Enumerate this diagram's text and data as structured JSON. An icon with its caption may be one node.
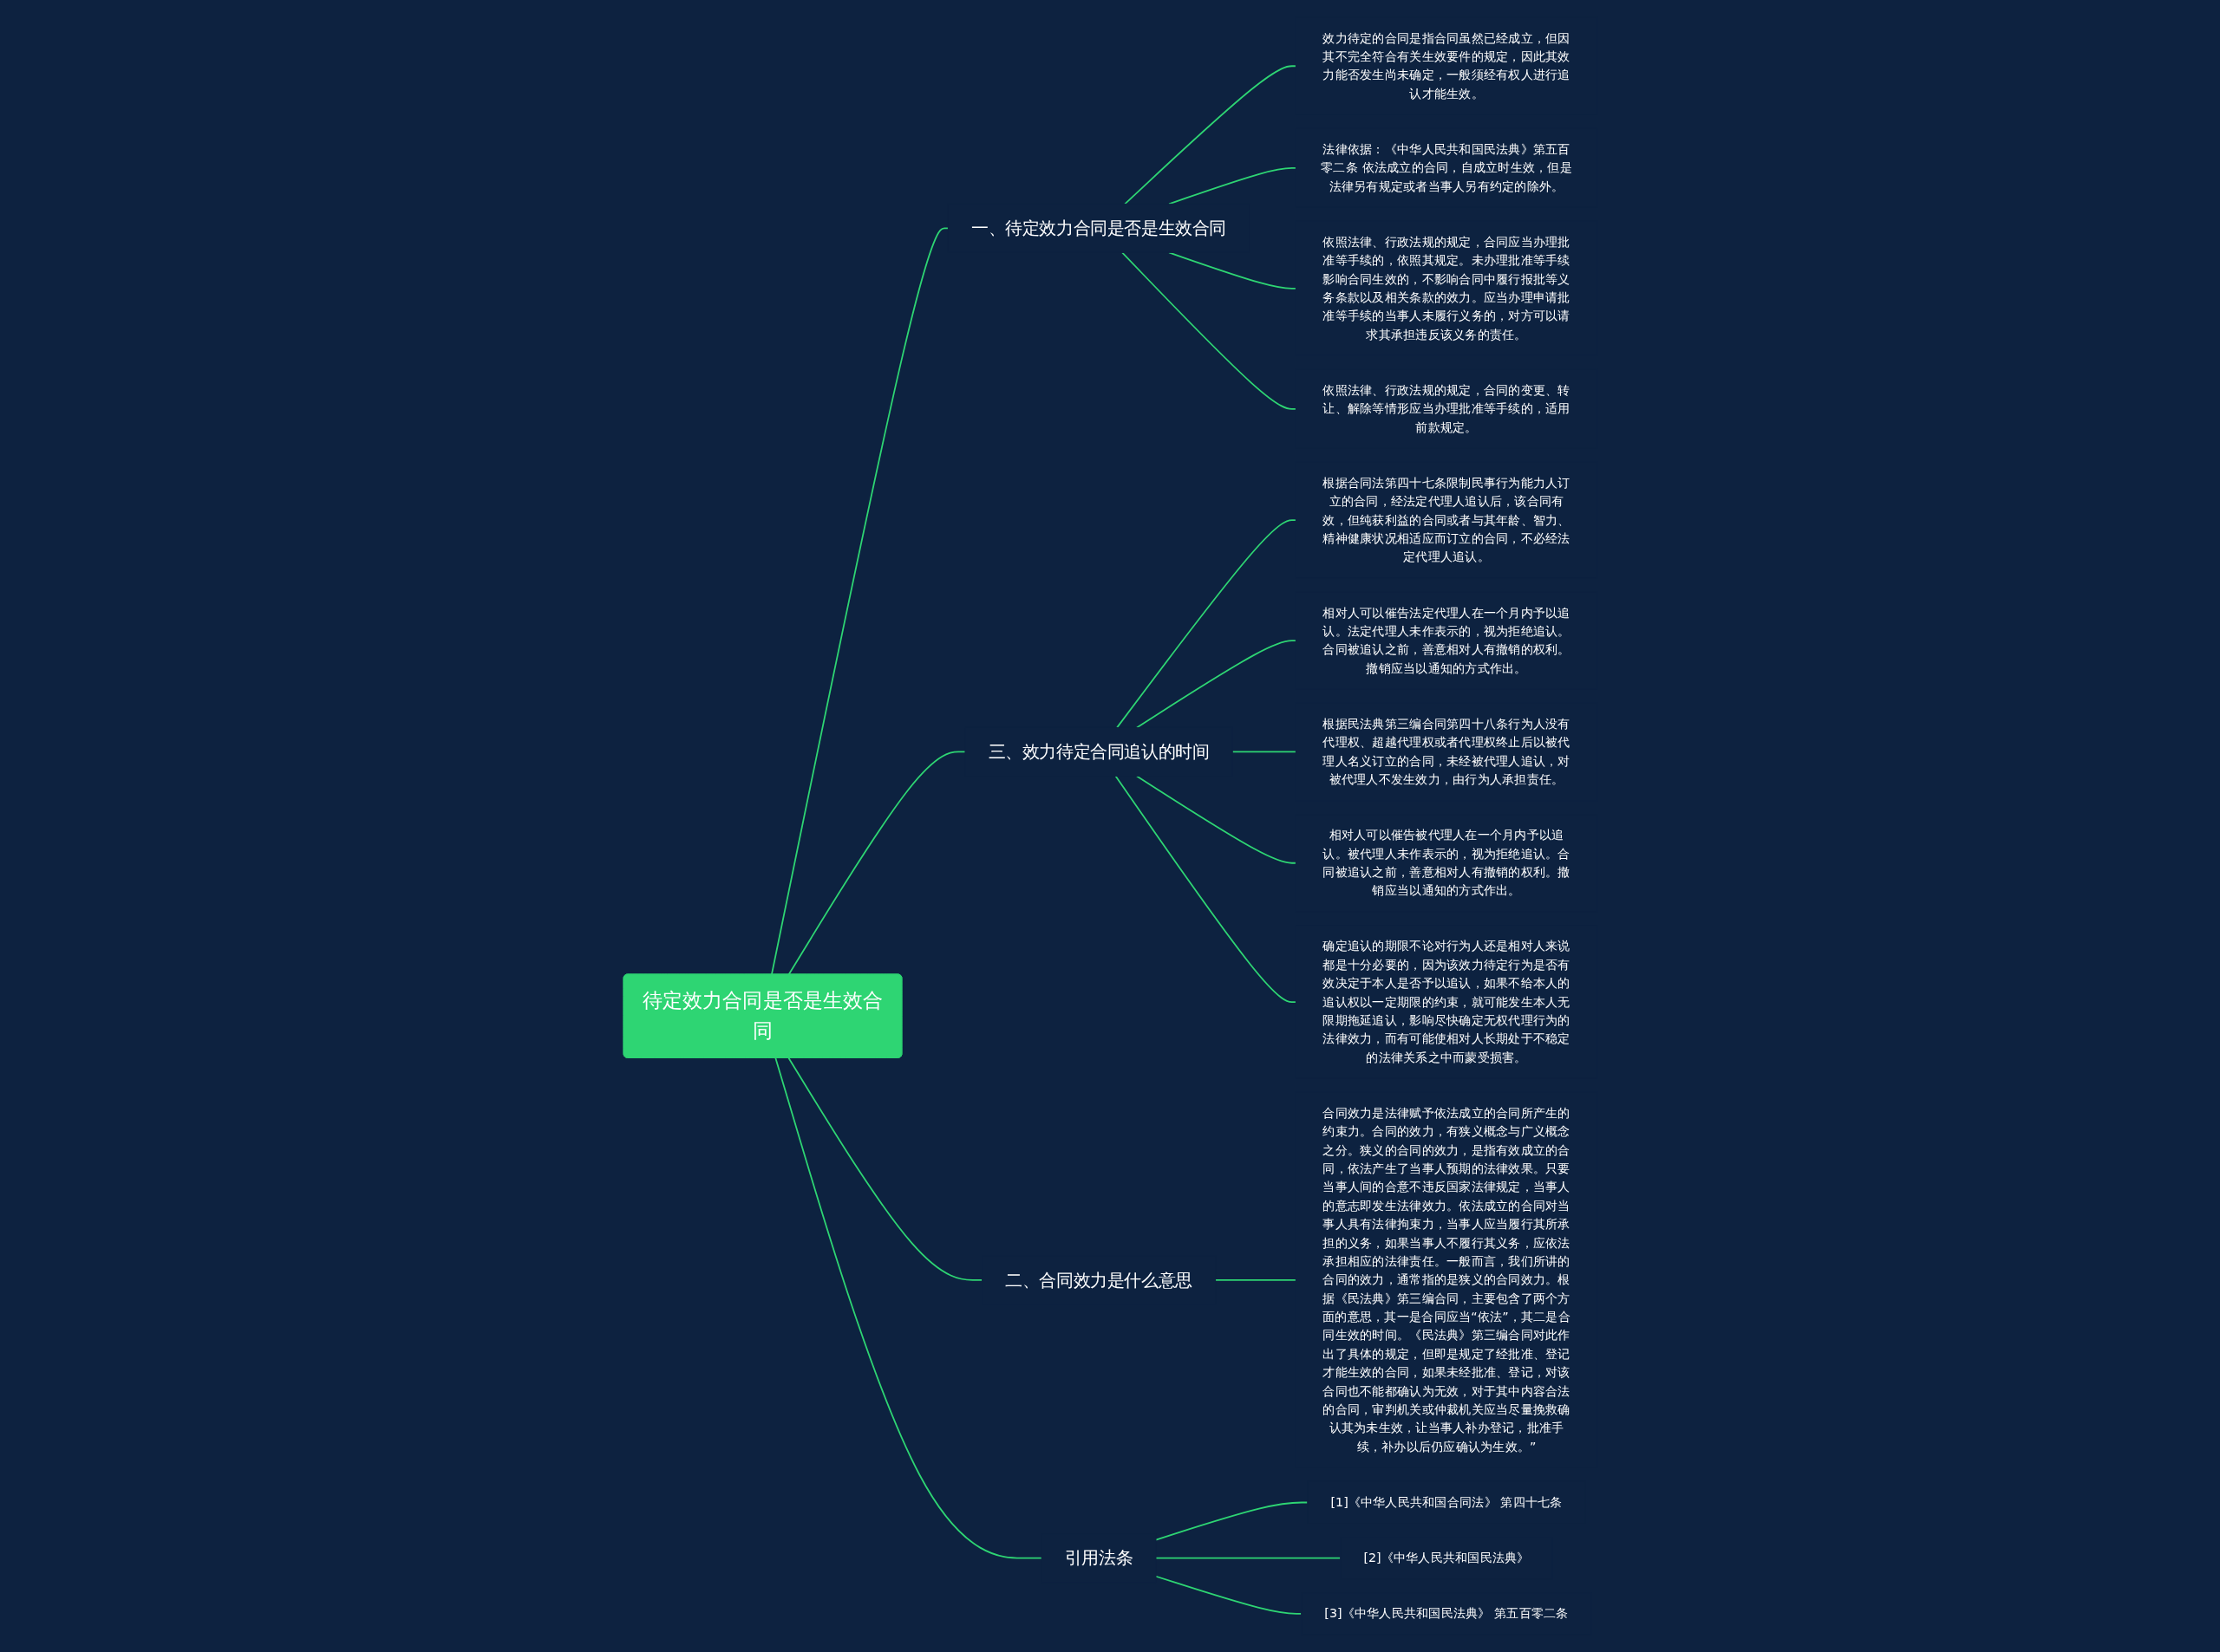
{
  "diagram": {
    "nodes": [
      {
        "text": [
          "待定效力合同是否是生效合同"
        ]
      },
      {
        "text": [
          "一、待定效力合同是否是生效合同"
        ]
      },
      {
        "text": [
          "效力待定的合同是指合同虽然已经成立，但因其不完全符合有关生效要件的规定，因此其效力能否发生尚未确定，一般须经有权人进行追认才能生效。"
        ]
      },
      {
        "text": [
          "法律依据：《中华人民共和国民法典》第五百零二条 依法成立的合同，自成立时生效，但是法律另有规定或者当事人另有约定的除外。"
        ]
      },
      {
        "text": [
          "依照法律、行政法规的规定，合同应当办理批准等手续的，依照其规定。未办理批准等手续影响合同生效的，不影响合同中履行报批等义务条款以及相关条款的效力。应当办理申请批准等手续的当事人未履行义务的，对方可以请求其承担违反该义务的责任。"
        ]
      },
      {
        "text": [
          "依照法律、行政法规的规定，合同的变更、转让、解除等情形应当办理批准等手续的，适用前款规定。"
        ]
      },
      {
        "text": [
          "三、效力待定合同追认的时间"
        ]
      },
      {
        "text": [
          "根据合同法第四十七条限制民事行为能力人订立的合同，经法定代理人追认后，该合同有效，但纯获利益的合同或者与其年龄、智力、精神健康状况相适应而订立的合同，不必经法定代理人追认。"
        ]
      },
      {
        "text": [
          "相对人可以催告法定代理人在一个月内予以追认。法定代理人未作表示的，视为拒绝追认。合同被追认之前，善意相对人有撤销的权利。撤销应当以通知的方式作出。"
        ]
      },
      {
        "text": [
          "根据民法典第三编合同第四十八条行为人没有代理权、超越代理权或者代理权终止后以被代理人名义订立的合同，未经被代理人追认，对被代理人不发生效力，由行为人承担责任。"
        ]
      },
      {
        "text": [
          "相对人可以催告被代理人在一个月内予以追认。被代理人未作表示的，视为拒绝追认。合同被追认之前，善意相对人有撤销的权利。撤销应当以通知的方式作出。"
        ]
      },
      {
        "text": [
          "确定追认的期限不论对行为人还是相对人来说都是十分必要的，因为该效力待定行为是否有效决定于本人是否予以追认，如果不给本人的追认权以一定期限的约束，就可能发生本人无限期拖延追认，影响尽快确定无权代理行为的法律效力，而有可能使相对人长期处于不稳定的法律关系之中而蒙受损害。"
        ]
      },
      {
        "text": [
          "二、合同效力是什么意思"
        ]
      },
      {
        "text": [
          "合同效力是法律赋予依法成立的合同所产生的约束力。合同的效力，有狭义概念与广义概念之分。狭义的合同的效力，是指有效成立的合同，依法产生了当事人预期的法律效果。只要当事人间的合意不违反国家法律规定，当事人的意志即发生法律效力。依法成立的合同对当事人具有法律拘束力，当事人应当履行其所承担的义务，如果当事人不履行其义务，应依法承担相应的法律责任。一般而言，我们所讲的合同的效力，通常指的是狭义的合同效力。根据《民法典》第三编合同，主要包含了两个方面的意思，其一是合同应当“依法”，其二是合同生效的时间。《民法典》第三编合同对此作出了具体的规定，但即是规定了经批准、登记才能生效的合同，如果未经批准、登记，对该合同也不能都确认为无效，对于其中内容合法的合同，审判机关或仲裁机关应当尽量挽救确认其为未生效，让当事人补办登记，批准手续，补办以后仍应确认为生效。”"
        ]
      },
      {
        "text": [
          "引用法条"
        ]
      },
      {
        "text": [
          "[1]《中华人民共和国合同法》 第四十七条"
        ]
      },
      {
        "text": [
          "[2]《中华人民共和国民法典》"
        ]
      },
      {
        "text": [
          "[3]《中华人民共和国民法典》 第五百零二条"
        ]
      }
    ],
    "edges": [
      {
        "from": 0,
        "to": 1,
        "arrow": "none"
      },
      {
        "from": 1,
        "to": 2,
        "arrow": "none"
      },
      {
        "from": 1,
        "to": 3,
        "arrow": "none"
      },
      {
        "from": 1,
        "to": 4,
        "arrow": "none"
      },
      {
        "from": 1,
        "to": 5,
        "arrow": "none"
      },
      {
        "from": 0,
        "to": 6,
        "arrow": "none"
      },
      {
        "from": 6,
        "to": 7,
        "arrow": "none"
      },
      {
        "from": 6,
        "to": 8,
        "arrow": "none"
      },
      {
        "from": 6,
        "to": 9,
        "arrow": "none"
      },
      {
        "from": 6,
        "to": 10,
        "arrow": "none"
      },
      {
        "from": 6,
        "to": 11,
        "arrow": "none"
      },
      {
        "from": 0,
        "to": 12,
        "arrow": "none"
      },
      {
        "from": 12,
        "to": 13,
        "arrow": "none"
      },
      {
        "from": 0,
        "to": 14,
        "arrow": "none"
      },
      {
        "from": 14,
        "to": 15,
        "arrow": "none"
      },
      {
        "from": 14,
        "to": 16,
        "arrow": "none"
      },
      {
        "from": 14,
        "to": 17,
        "arrow": "none"
      }
    ]
  }
}
